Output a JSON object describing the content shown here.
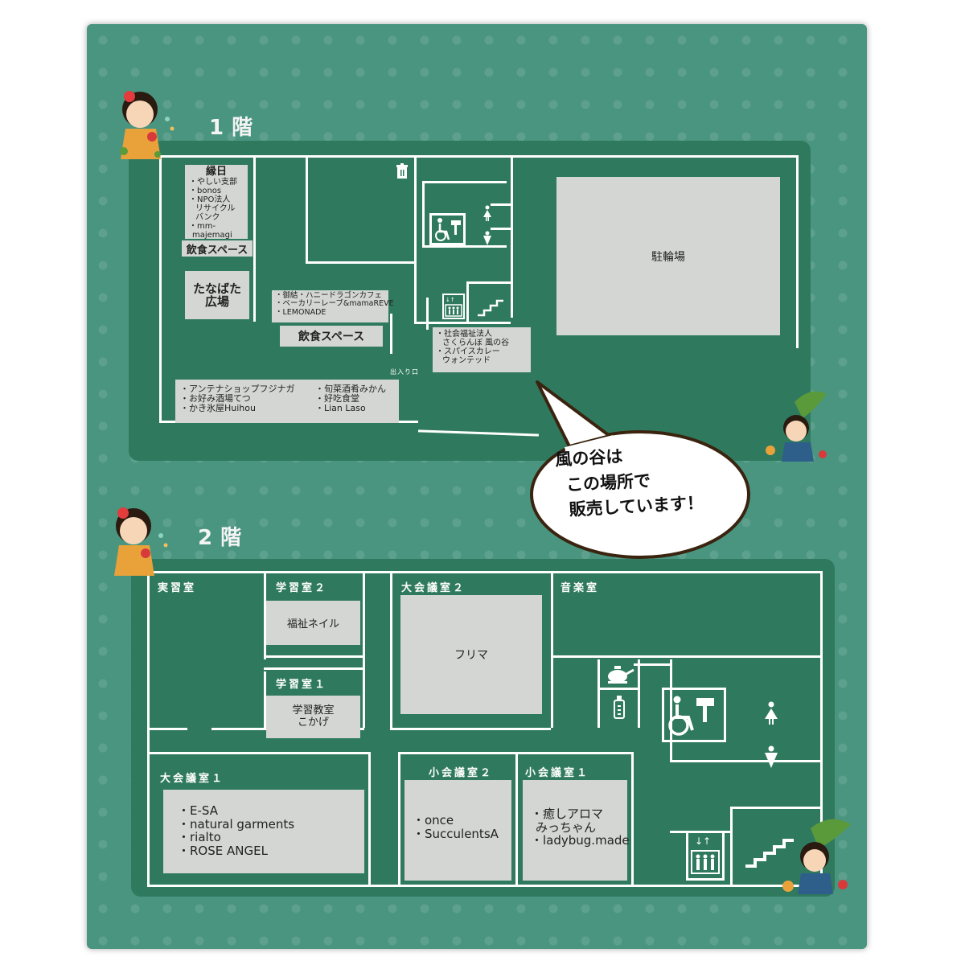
{
  "floor1": {
    "title": "1階",
    "ennichi": {
      "title": "縁日",
      "items": [
        "・やしい支部",
        "・bonos",
        "・NPO法人",
        "リサイクル",
        "バンク",
        "・mm-",
        "majemagi"
      ]
    },
    "eating1": "飲食スペース",
    "tanabata": [
      "たなばた",
      "広場"
    ],
    "cafe": [
      "・御結・ハニードラゴンカフェ",
      "・ベーカリーレーブ&mamaREVE",
      "・LEMONADE"
    ],
    "eating2": "飲食スペース",
    "entrance": "出入り口",
    "sakuranbo": [
      "・社会福祉法人",
      "さくらんぼ 風の谷",
      "・スパイスカレー",
      "ウォンテッド"
    ],
    "bike": "駐輪場",
    "antenna": [
      "・アンテナショップフジナガ",
      "・お好み酒場てつ",
      "・かき氷屋Huihou"
    ],
    "shunsai": [
      "・旬菜酒肴みかん",
      "・好吃食堂",
      "・Lian Laso"
    ]
  },
  "bubble": [
    "風の谷は",
    "この場所で",
    "販売しています！"
  ],
  "floor2": {
    "title": "2階",
    "jisshu": "実習室",
    "gakushu2": "学習室２",
    "fukushi_nail": "福祉ネイル",
    "gakushu1": "学習室１",
    "kokage": [
      "学習教室",
      "こかげ"
    ],
    "daikaigi2": "大会議室２",
    "furima": "フリマ",
    "ongaku": "音楽室",
    "daikaigi1": "大会議室１",
    "daikaigi1_items": [
      "・E-SA",
      "・natural garments",
      "・rialto",
      "・ROSE ANGEL"
    ],
    "shokaigi2": "小会議室２",
    "shokaigi2_items": [
      "・once",
      "・SucculentsA"
    ],
    "shokaigi1": "小会議室１",
    "shokaigi1_items": [
      "・癒しアロマ",
      "みっちゃん",
      "・ladybug.made"
    ]
  },
  "colors": {
    "background": "#4a9580",
    "plate": "#2f7a5e",
    "room": "#d3d6d2",
    "wall": "#ffffff",
    "bubble_border": "#3a2410"
  },
  "icons": [
    "kettle-icon",
    "baby-bottle-icon",
    "wheelchair-icon",
    "female-icon",
    "male-icon",
    "elevator-icon",
    "stairs-icon",
    "trash-icon"
  ]
}
